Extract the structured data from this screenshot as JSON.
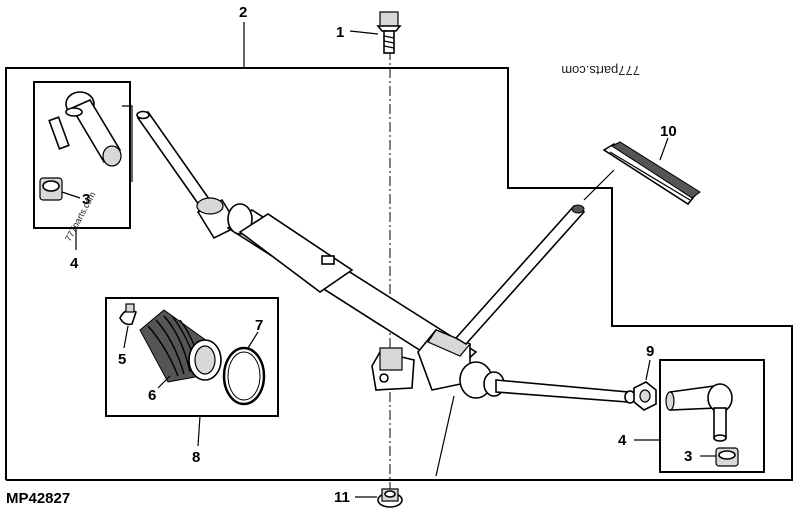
{
  "diagram": {
    "reference_code": "MP42827",
    "watermark_main": "777parts.com",
    "watermark_small": "777parts.com",
    "callouts": [
      {
        "id": "c1",
        "text": "1"
      },
      {
        "id": "c2",
        "text": "2"
      },
      {
        "id": "c3a",
        "text": "3"
      },
      {
        "id": "c3b",
        "text": "3"
      },
      {
        "id": "c4a",
        "text": "4"
      },
      {
        "id": "c4b",
        "text": "4"
      },
      {
        "id": "c5",
        "text": "5"
      },
      {
        "id": "c6",
        "text": "6"
      },
      {
        "id": "c7",
        "text": "7"
      },
      {
        "id": "c8",
        "text": "8"
      },
      {
        "id": "c9",
        "text": "9"
      },
      {
        "id": "c10",
        "text": "10"
      },
      {
        "id": "c11",
        "text": "11"
      }
    ]
  }
}
